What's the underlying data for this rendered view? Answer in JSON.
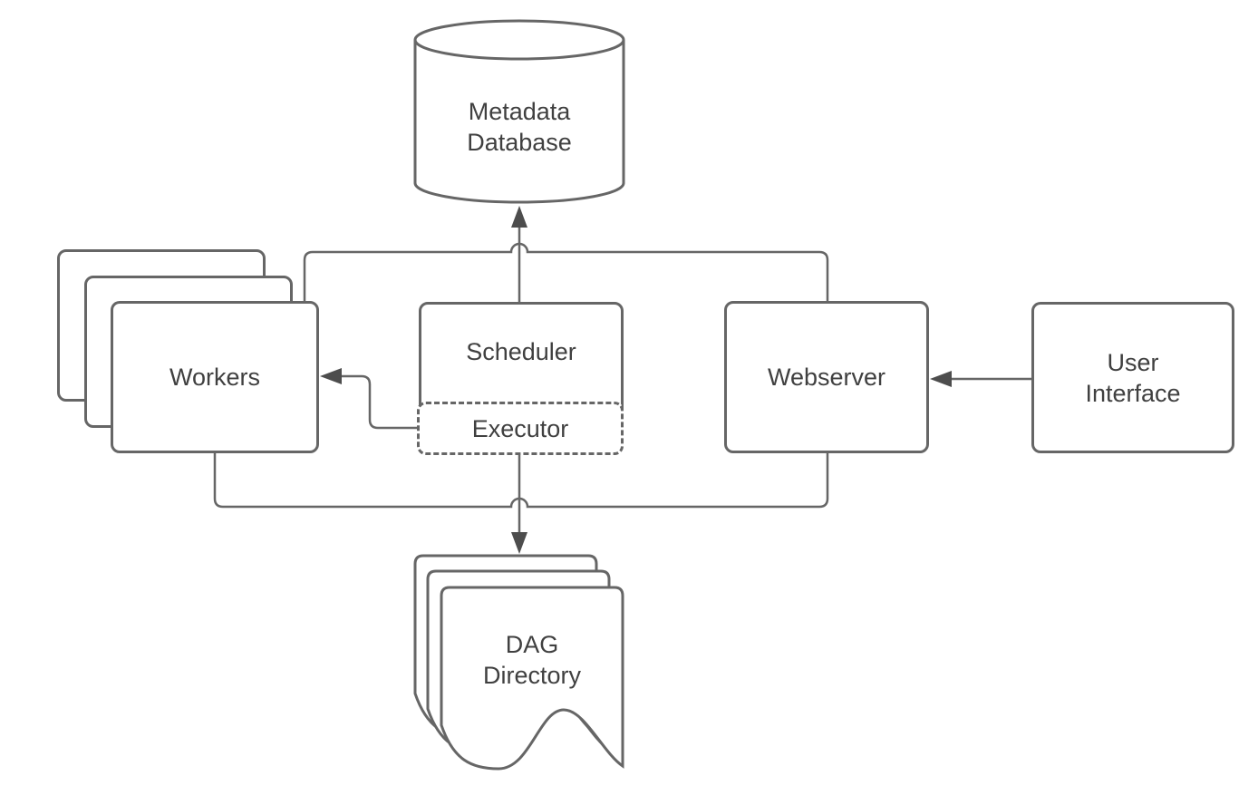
{
  "colors": {
    "line": "#666666",
    "arrow": "#4d4d4d",
    "text": "#404040",
    "fill": "#ffffff"
  },
  "nodes": {
    "metadata_database": {
      "line1": "Metadata",
      "line2": "Database"
    },
    "workers": {
      "label": "Workers"
    },
    "scheduler": {
      "label": "Scheduler"
    },
    "executor": {
      "label": "Executor"
    },
    "webserver": {
      "label": "Webserver"
    },
    "user_interface": {
      "line1": "User",
      "line2": "Interface"
    },
    "dag_directory": {
      "line1": "DAG",
      "line2": "Directory"
    }
  },
  "edges": [
    {
      "from": "scheduler",
      "to": "metadata_database",
      "arrow": "to"
    },
    {
      "from": "workers",
      "to": "webserver",
      "via": "top-rail",
      "arrow": "none"
    },
    {
      "from": "workers",
      "to": "webserver",
      "via": "bottom-rail",
      "arrow": "none"
    },
    {
      "from": "executor",
      "to": "workers",
      "arrow": "to"
    },
    {
      "from": "executor",
      "to": "dag_directory",
      "arrow": "to"
    },
    {
      "from": "user_interface",
      "to": "webserver",
      "arrow": "to"
    }
  ]
}
